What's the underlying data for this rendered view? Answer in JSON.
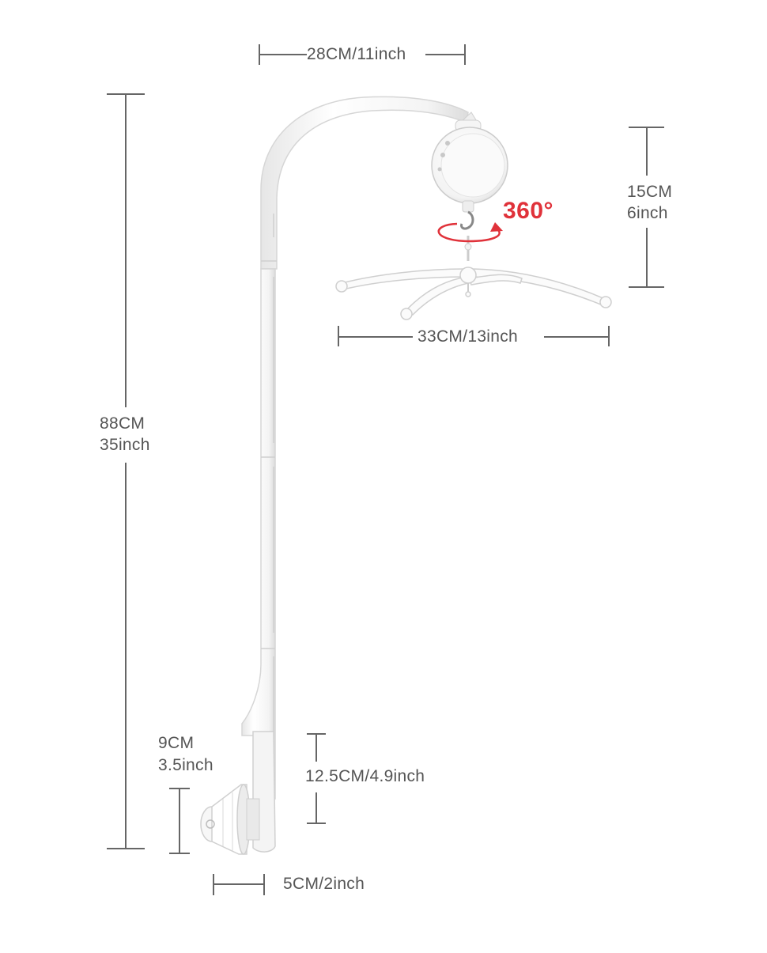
{
  "dimensions": {
    "arm_width": "28CM/11inch",
    "total_height_cm": "88CM",
    "total_height_in": "35inch",
    "motor_height_cm": "15CM",
    "motor_height_in": "6inch",
    "hanger_width": "33CM/13inch",
    "clamp_height_cm": "9CM",
    "clamp_height_in": "3.5inch",
    "clamp_depth": "12.5CM/4.9inch",
    "clamp_width": "5CM/2inch"
  },
  "rotation": {
    "label": "360°",
    "accent_color": "#e0323a"
  },
  "colors": {
    "dimension_line": "#666666",
    "text": "#555555",
    "product": "#ffffff",
    "outline": "#d9d9d9"
  }
}
